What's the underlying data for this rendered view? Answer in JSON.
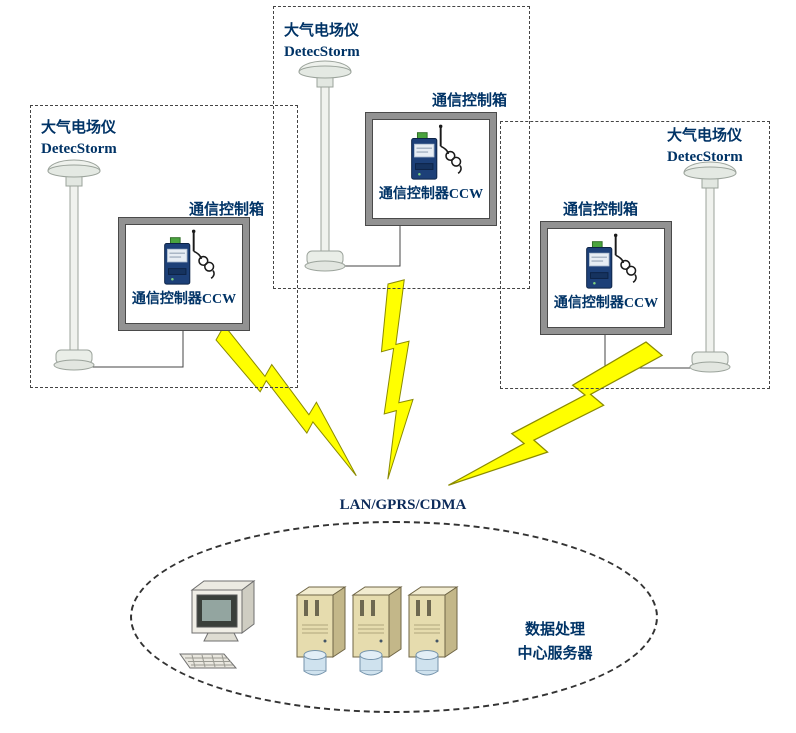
{
  "stations": [
    {
      "sensor_name": "大气电场仪",
      "sensor_model": "DetecStorm",
      "control_box_label": "通信控制箱",
      "controller_label": "通信控制器CCW"
    },
    {
      "sensor_name": "大气电场仪",
      "sensor_model": "DetecStorm",
      "control_box_label": "通信控制箱",
      "controller_label": "通信控制器CCW"
    },
    {
      "sensor_name": "大气电场仪",
      "sensor_model": "DetecStorm",
      "control_box_label": "通信控制箱",
      "controller_label": "通信控制器CCW"
    }
  ],
  "network": {
    "label": "LAN/GPRS/CDMA"
  },
  "datacenter": {
    "line1": "数据处理",
    "line2": "中心服务器"
  },
  "icons": {
    "field-mill-icon": "pole-mounted atmospheric field sensor",
    "controller-device-icon": "communication controller with antenna",
    "lightning-bolt-icon": "yellow wireless-link bolt",
    "computer-icon": "desktop monitor with keyboard",
    "server-tower-icon": "server tower with database cylinder"
  },
  "colors": {
    "label_navy": "#003366",
    "bolt_yellow": "#ffff00",
    "frame_gray": "#929292",
    "device_navy": "#1d4078",
    "server_beige": "#e6dcae"
  }
}
